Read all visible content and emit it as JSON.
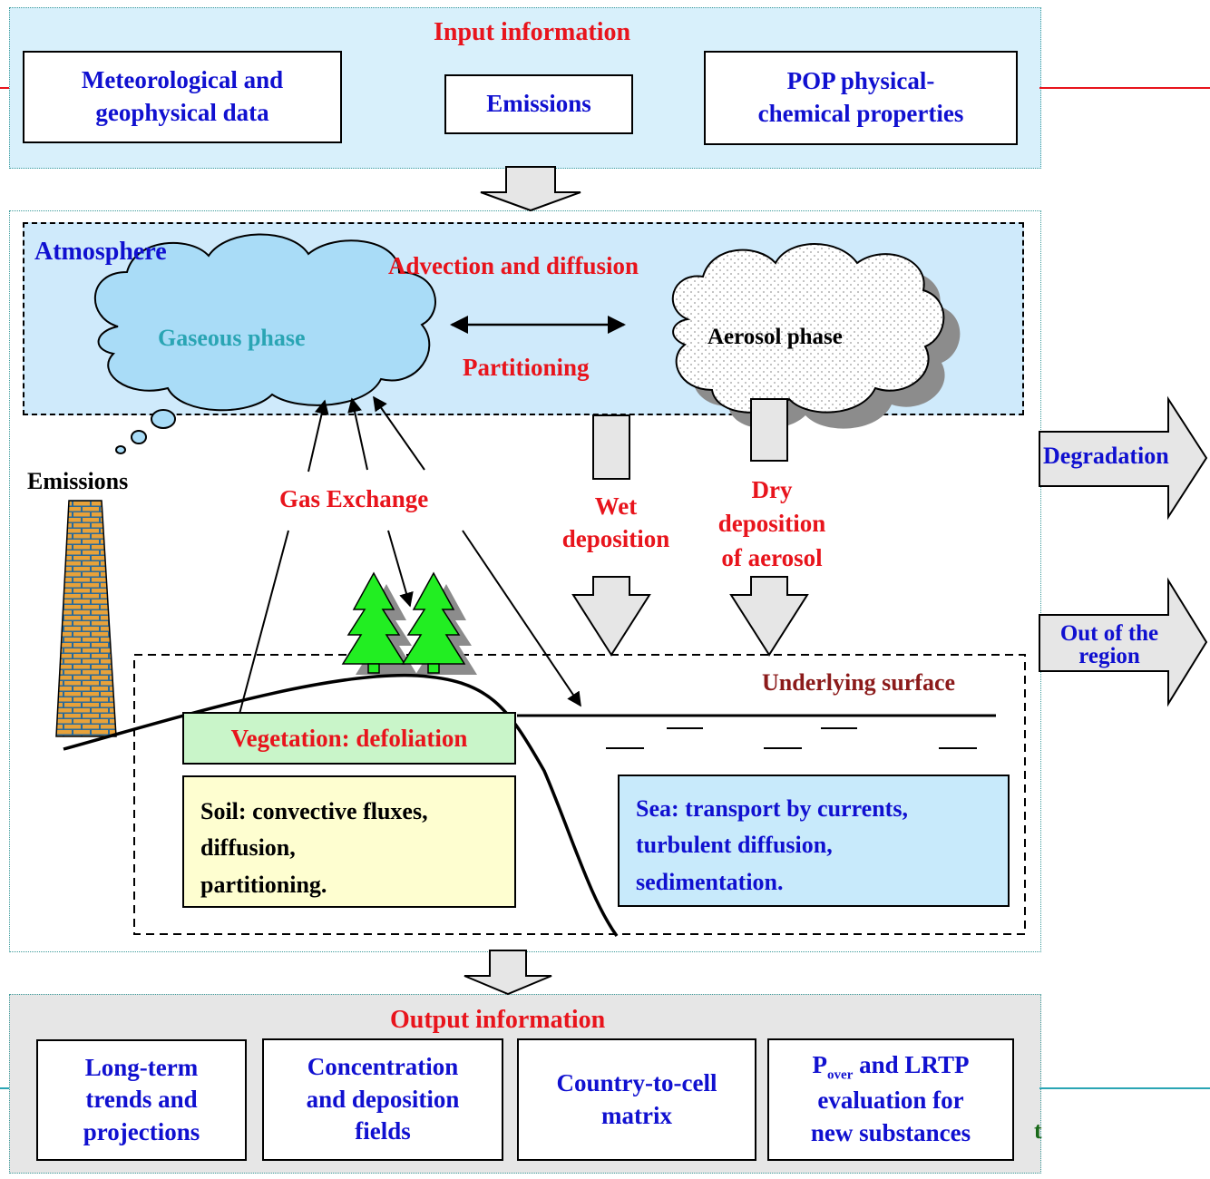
{
  "input": {
    "title": "Input information",
    "boxes": [
      {
        "text": "Meteorological and\ngeophysical data"
      },
      {
        "text": "Emissions"
      },
      {
        "text": "POP physical-\nchemical properties"
      }
    ]
  },
  "atmosphere": {
    "label": "Atmosphere",
    "advection": "Advection and diffusion",
    "gaseous": "Gaseous phase",
    "aerosol": "Aerosol phase",
    "partitioning": "Partitioning"
  },
  "emissions_label": "Emissions",
  "gas_exchange": "Gas Exchange",
  "wet_deposition": "Wet\ndeposition",
  "dry_deposition": "Dry\ndeposition\nof aerosol",
  "degradation": "Degradation",
  "out_of_region": "Out of the\nregion",
  "surface": {
    "label": "Underlying surface",
    "vegetation": "Vegetation: defoliation",
    "soil": "Soil: convective fluxes,\n        diffusion,\n        partitioning.",
    "sea": "Sea:  transport by currents,\n        turbulent diffusion,\n        sedimentation."
  },
  "output": {
    "title": "Output information",
    "boxes": [
      {
        "text": "Long-term\ntrends and\nprojections"
      },
      {
        "text": "Concentration\nand deposition\nfields"
      },
      {
        "text": "Country-to-cell\nmatrix"
      }
    ],
    "pover": {
      "p": "P",
      "sub": "over",
      "rest": " and LRTP",
      "line2": "evaluation for",
      "line3": "new substances"
    }
  },
  "trailing_char": "t",
  "colors": {
    "panel_blue": "#d8f0fb",
    "panel_grey": "#e6e6e6",
    "atmo_blue": "#cfeafb",
    "gas_cloud": "#a9dcf7",
    "veg_green": "#c9f5c9",
    "soil_yellow": "#fefed0",
    "sea_blue": "#c8eafb",
    "tree_green": "#22ee22",
    "brick": "#e8a23a",
    "text_red": "#e8141c",
    "text_blue": "#1010d0",
    "text_teal": "#2aa5b4",
    "text_maroon": "#8b1a1a"
  }
}
